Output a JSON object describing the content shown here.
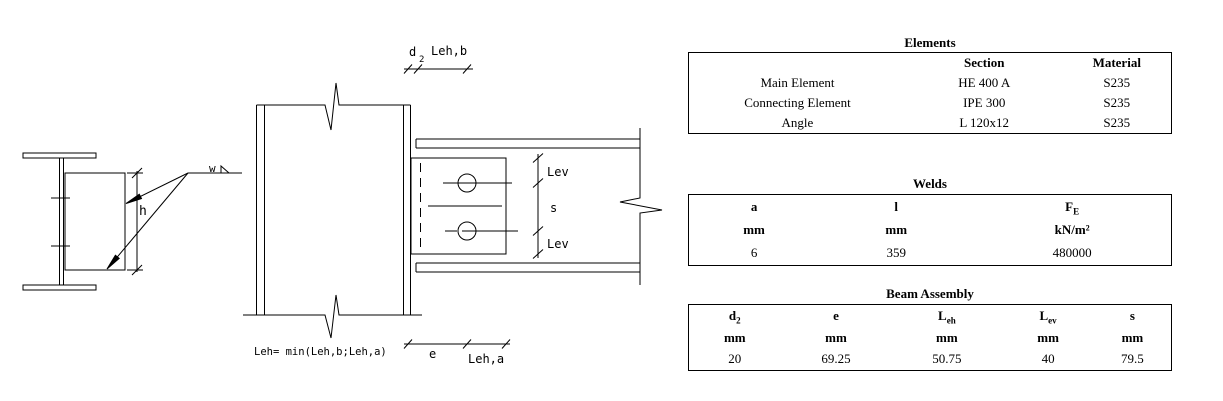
{
  "drawing": {
    "weld_label": "w",
    "height_label": "h",
    "formula": "Leh= min(Leh,b;Leh,a)",
    "dim_top": {
      "d": "d",
      "d_sub": "2",
      "leh_b": "Leh,b"
    },
    "dim_vertical": {
      "lev_top": "Lev",
      "s": "s",
      "lev_bottom": "Lev"
    },
    "dim_bottom": {
      "e": "e",
      "leh_a": "Leh,a"
    }
  },
  "tables": {
    "elements": {
      "title": "Elements",
      "headers": [
        "",
        "Section",
        "Material"
      ],
      "rows": [
        [
          "Main Element",
          "HE 400 A",
          "S235"
        ],
        [
          "Connecting Element",
          "IPE 300",
          "S235"
        ],
        [
          "Angle",
          "L 120x12",
          "S235"
        ]
      ]
    },
    "welds": {
      "title": "Welds",
      "headers": [
        {
          "t": "a"
        },
        {
          "t": "l"
        },
        {
          "t": "F",
          "sub": "E"
        }
      ],
      "units": [
        "mm",
        "mm",
        "kN/m²"
      ],
      "values": [
        "6",
        "359",
        "480000"
      ]
    },
    "beam_assembly": {
      "title": "Beam Assembly",
      "headers": [
        {
          "t": "d",
          "sub": "2"
        },
        {
          "t": "e"
        },
        {
          "t": "L",
          "sub": "eh"
        },
        {
          "t": "L",
          "sub": "ev"
        },
        {
          "t": "s"
        }
      ],
      "units": [
        "mm",
        "mm",
        "mm",
        "mm",
        "mm"
      ],
      "values": [
        "20",
        "69.25",
        "50.75",
        "40",
        "79.5"
      ]
    }
  }
}
